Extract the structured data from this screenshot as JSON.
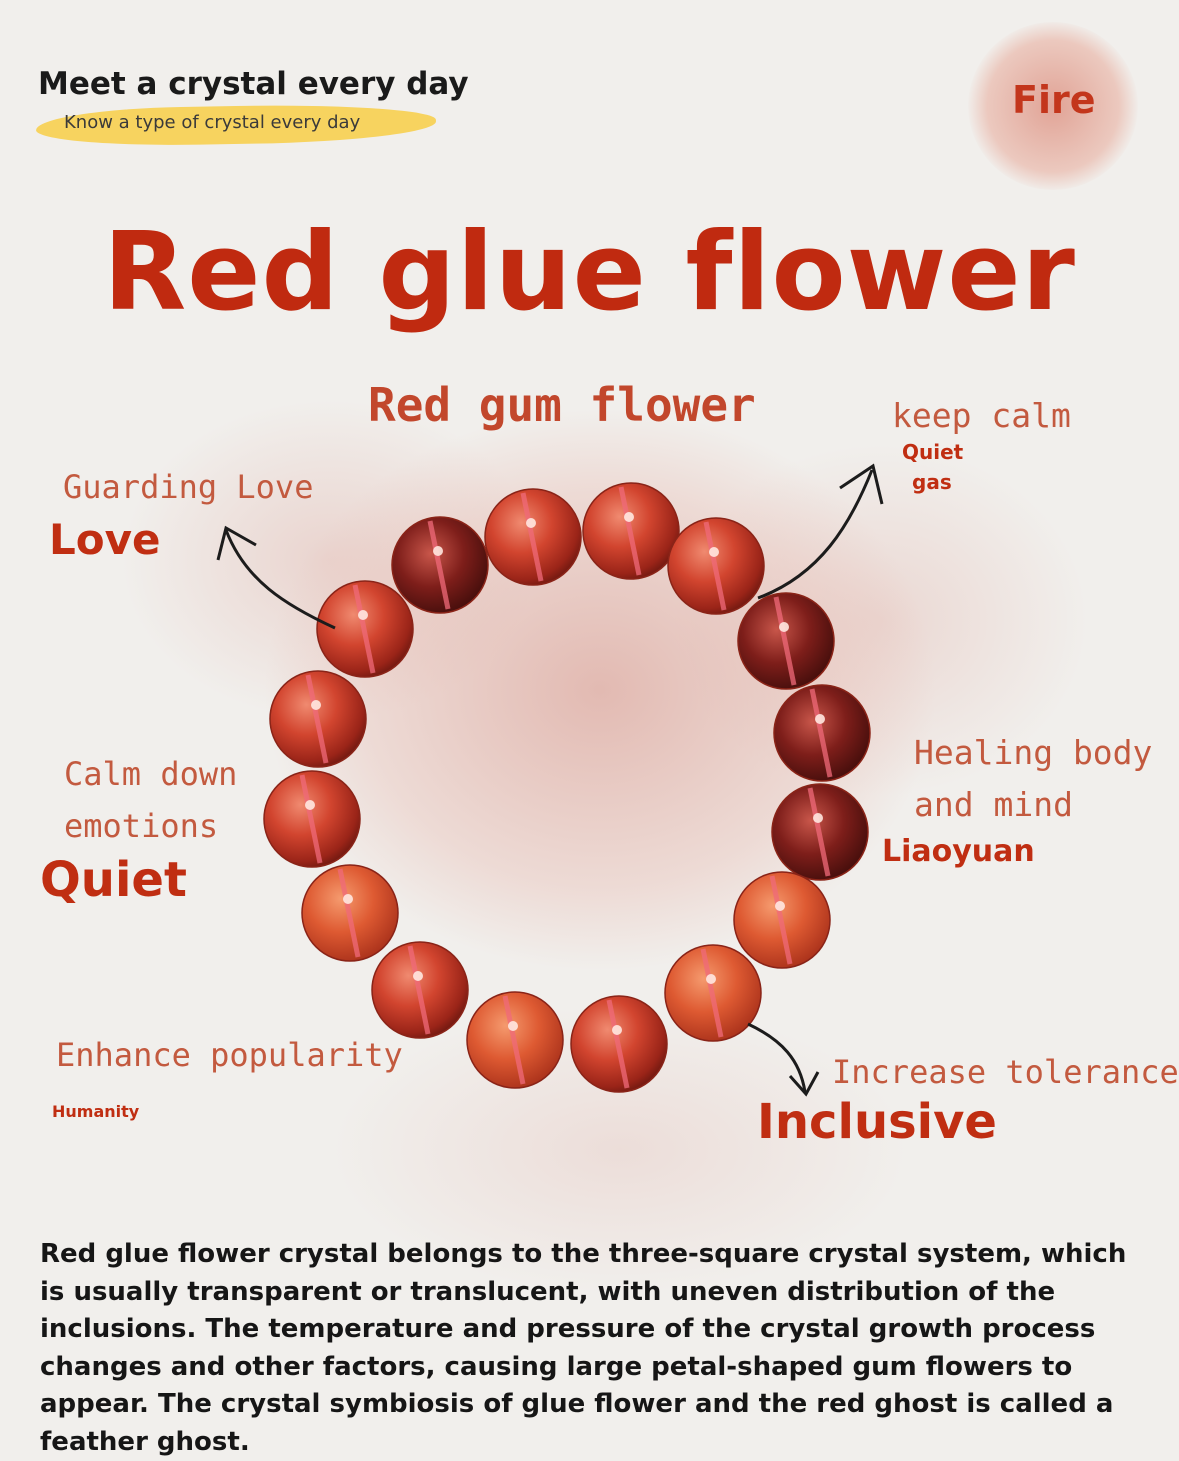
{
  "header": {
    "title": "Meet a crystal every day",
    "subtitle": "Know a type of crystal every day",
    "element": "Fire"
  },
  "main_title": "Red glue flower",
  "alt_name": "Red gum flower",
  "labels": {
    "top_right": {
      "line": "keep calm",
      "tag_1": "Quiet",
      "tag_2": "gas"
    },
    "top_left": {
      "line": "Guarding Love",
      "tag": "Love"
    },
    "mid_left": {
      "line_1": "Calm down",
      "line_2": "emotions",
      "tag": "Quiet"
    },
    "mid_right": {
      "line_1": "Healing body",
      "line_2": "and mind",
      "tag": "Liaoyuan"
    },
    "bottom_left": {
      "line": "Enhance popularity",
      "tag": "Humanity"
    },
    "bottom_right": {
      "line": "Increase tolerance",
      "tag": "Inclusive"
    }
  },
  "colors": {
    "accent_red": "#c02a10",
    "label_red": "#c35a3f",
    "highlight_yellow": "#f7d35f",
    "text_dark": "#161616"
  },
  "icons": [
    "bracelet-image",
    "arrow-icon"
  ],
  "description": "Red glue flower crystal belongs to the three-square crystal system, which is usually transparent or translucent, with uneven distribution of the inclusions. The temperature and pressure of the crystal growth process changes and other factors, causing large petal-shaped gum flowers to appear. The crystal symbiosis of glue flower and the red ghost is called a feather ghost."
}
